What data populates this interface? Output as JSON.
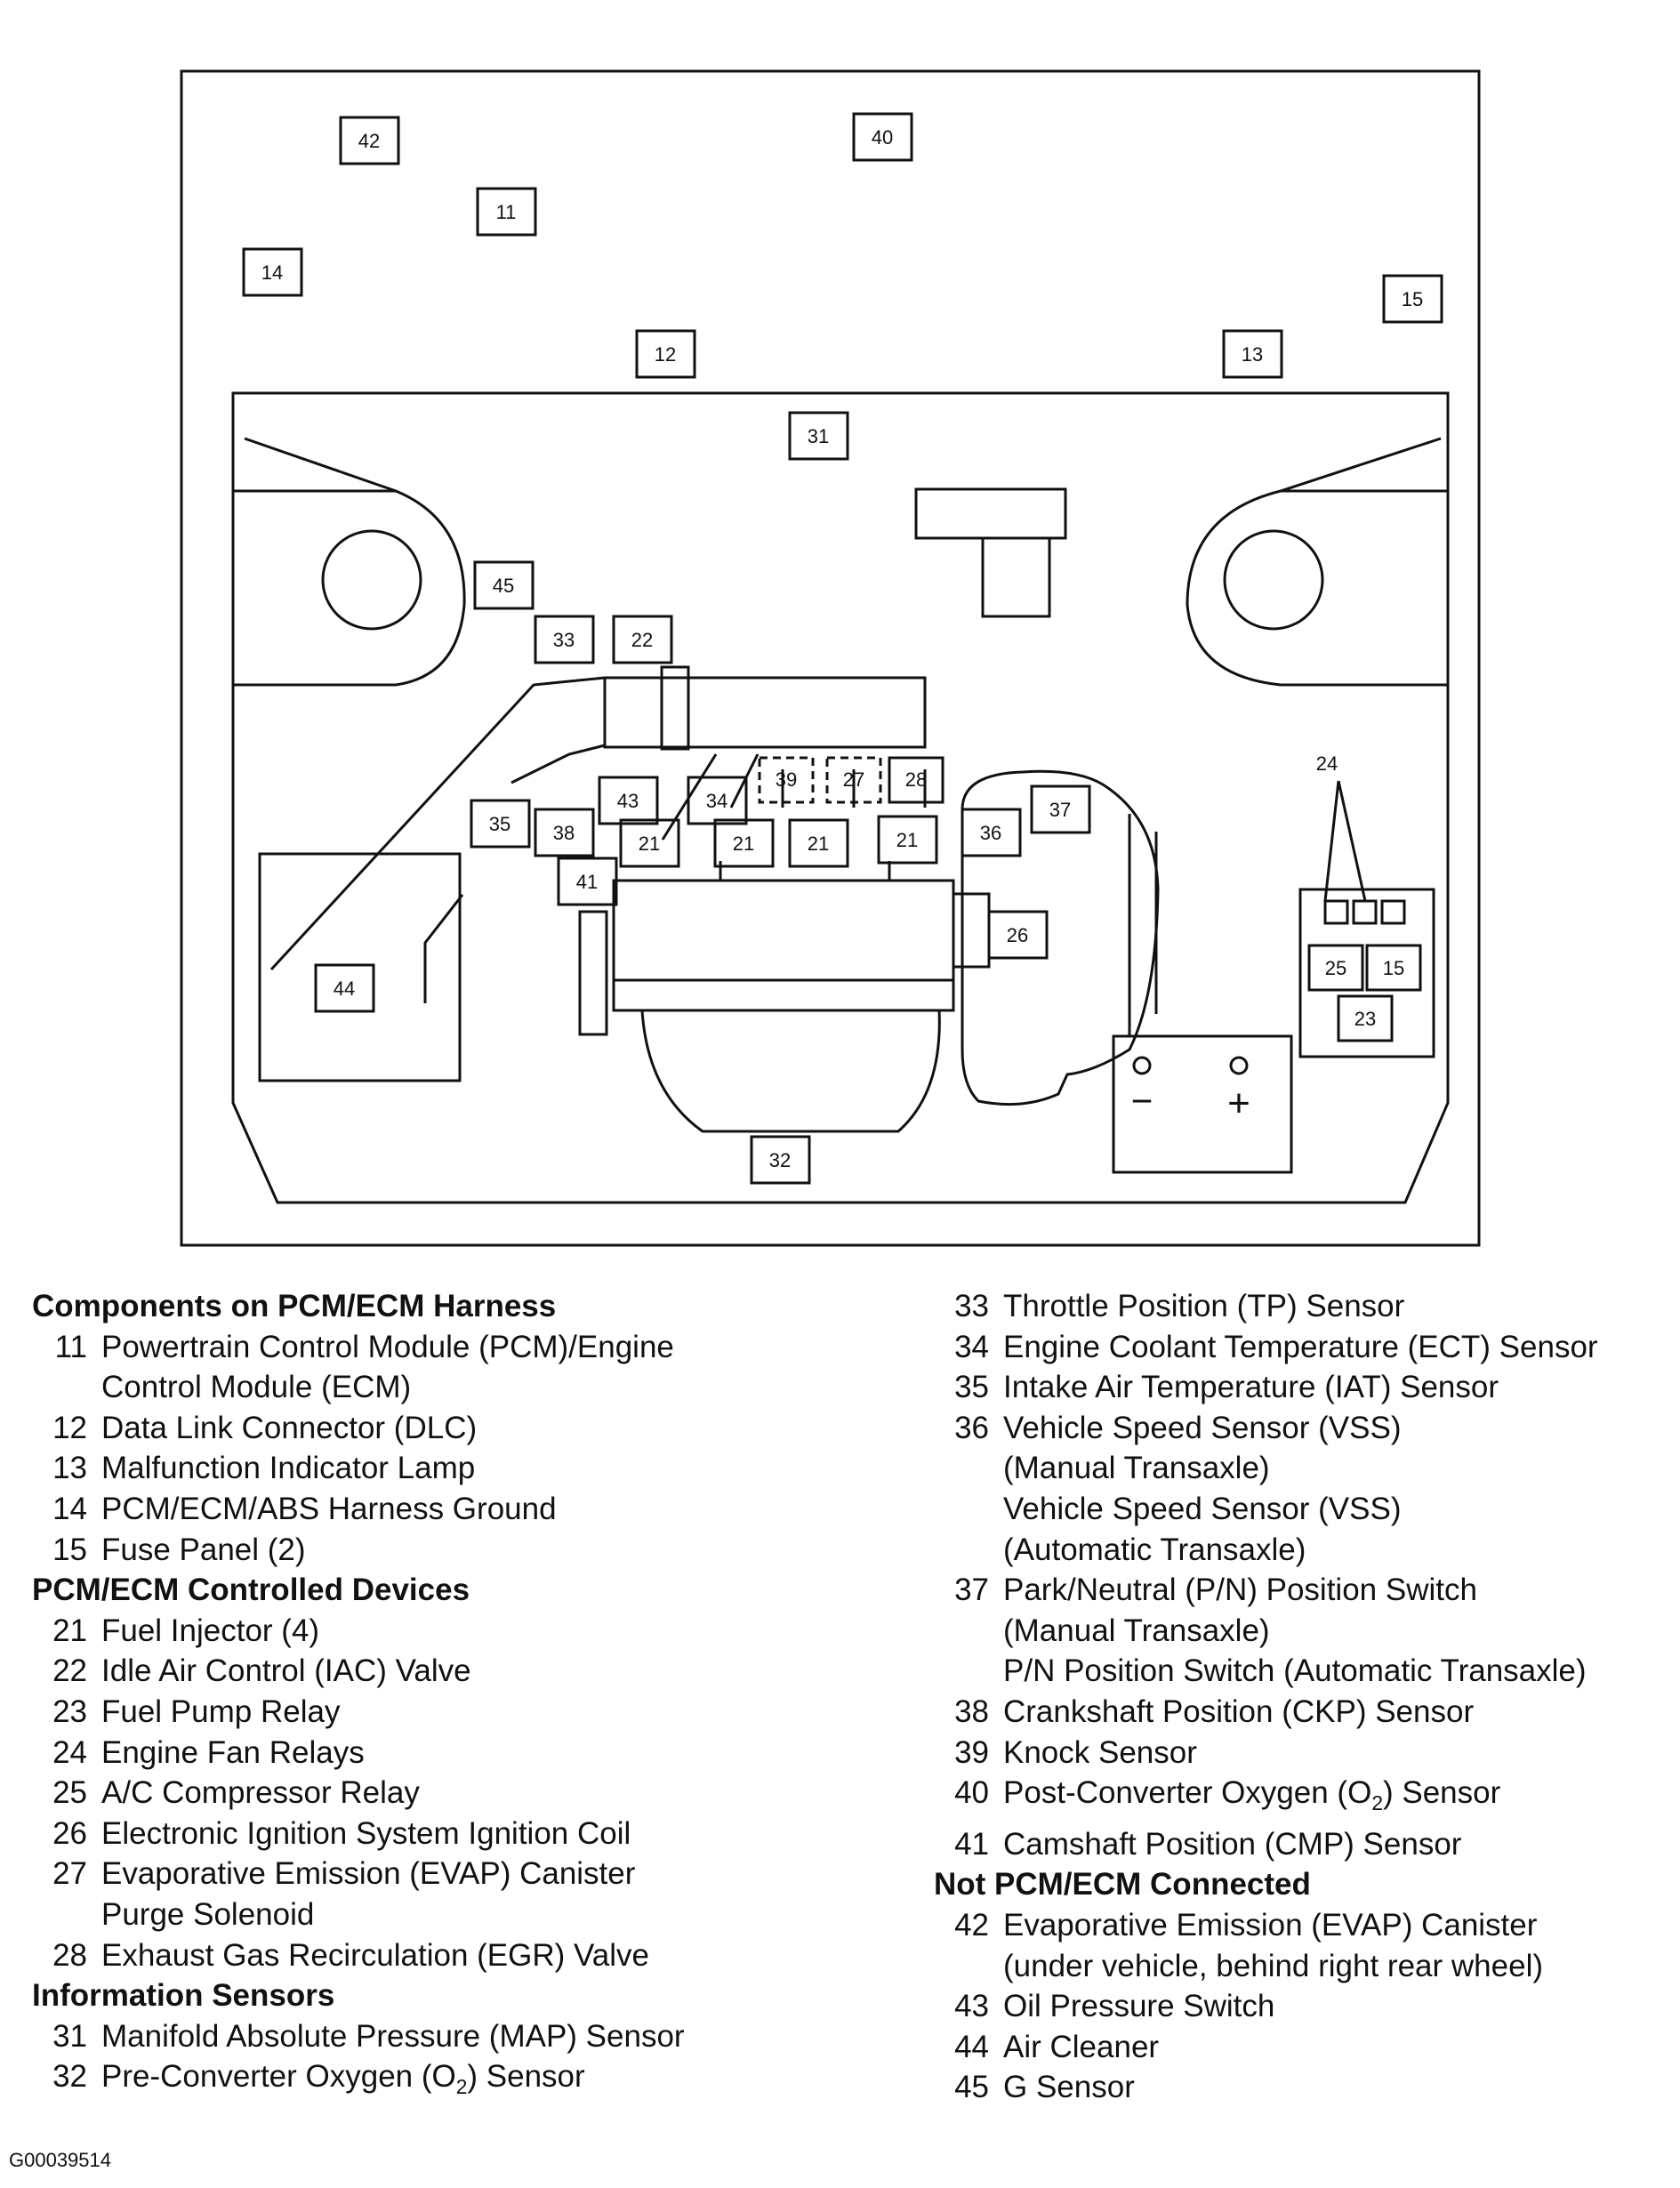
{
  "callouts": {
    "c42": "42",
    "c40": "40",
    "c11": "11",
    "c14": "14",
    "c15a": "15",
    "c12": "12",
    "c13": "13",
    "c31": "31",
    "c45": "45",
    "c33": "33",
    "c22": "22",
    "c39": "39",
    "c27": "27",
    "c28": "28",
    "c43": "43",
    "c34": "34",
    "c35": "35",
    "c38": "38",
    "c21a": "21",
    "c21b": "21",
    "c21c": "21",
    "c21d": "21",
    "c36": "36",
    "c37": "37",
    "c41": "41",
    "c26": "26",
    "c24": "24",
    "c25": "25",
    "c15b": "15",
    "c23": "23",
    "c44": "44",
    "c32": "32"
  },
  "battery": {
    "minus": "−",
    "plus": "+"
  },
  "legend": {
    "left": {
      "components_header": "Components on PCM/ECM Harness",
      "i11_num": "11",
      "i11_text": "Powertrain Control Module (PCM)/Engine",
      "i11_cont": "Control Module (ECM)",
      "i12_num": "12",
      "i12_text": "Data Link Connector (DLC)",
      "i13_num": "13",
      "i13_text": "Malfunction Indicator Lamp",
      "i14_num": "14",
      "i14_text": "PCM/ECM/ABS Harness Ground",
      "i15_num": "15",
      "i15_text": "Fuse Panel (2)",
      "controlled_header": "PCM/ECM Controlled Devices",
      "i21_num": "21",
      "i21_text": "Fuel Injector (4)",
      "i22_num": "22",
      "i22_text": "Idle Air Control (IAC) Valve",
      "i23_num": "23",
      "i23_text": "Fuel Pump Relay",
      "i24_num": "24",
      "i24_text": "Engine Fan Relays",
      "i25_num": "25",
      "i25_text": "A/C Compressor Relay",
      "i26_num": "26",
      "i26_text": "Electronic Ignition System Ignition Coil",
      "i27_num": "27",
      "i27_text": "Evaporative Emission (EVAP) Canister",
      "i27_cont": "Purge  Solenoid",
      "i28_num": "28",
      "i28_text": "Exhaust Gas Recirculation (EGR) Valve",
      "sensors_header": "Information Sensors",
      "i31_num": "31",
      "i31_text": "Manifold Absolute Pressure (MAP) Sensor",
      "i32_num": "32",
      "i32_text_a": "Pre-Converter Oxygen (O",
      "i32_sub": "2",
      "i32_text_b": ") Sensor"
    },
    "right": {
      "i33_num": "33",
      "i33_text": "Throttle Position  (TP) Sensor",
      "i34_num": "34",
      "i34_text": "Engine Coolant Temperature (ECT) Sensor",
      "i35_num": "35",
      "i35_text": "Intake Air Temperature (IAT) Sensor",
      "i36_num": "36",
      "i36_text": "Vehicle Speed Sensor (VSS)",
      "i36_cont1": "(Manual Transaxle)",
      "i36_cont2": "Vehicle Speed Sensor (VSS)",
      "i36_cont3": "(Automatic Transaxle)",
      "i37_num": "37",
      "i37_text": "Park/Neutral (P/N)  Position Switch",
      "i37_cont1": "(Manual Transaxle)",
      "i37_cont2": "P/N Position Switch (Automatic Transaxle)",
      "i38_num": "38",
      "i38_text": "Crankshaft Position (CKP) Sensor",
      "i39_num": "39",
      "i39_text": "Knock Sensor",
      "i40_num": "40",
      "i40_text_a": "Post-Converter Oxygen (O",
      "i40_sub": "2",
      "i40_text_b": ") Sensor",
      "i41_num": "41",
      "i41_text": "Camshaft Position (CMP) Sensor",
      "not_connected_header": "Not PCM/ECM Connected",
      "i42_num": "42",
      "i42_text": "Evaporative Emission (EVAP) Canister",
      "i42_cont": "(under vehicle, behind right rear wheel)",
      "i43_num": "43",
      "i43_text": "Oil Pressure Switch",
      "i44_num": "44",
      "i44_text": "Air Cleaner",
      "i45_num": "45",
      "i45_text": "G Sensor"
    }
  },
  "figure_id": "G00039514"
}
